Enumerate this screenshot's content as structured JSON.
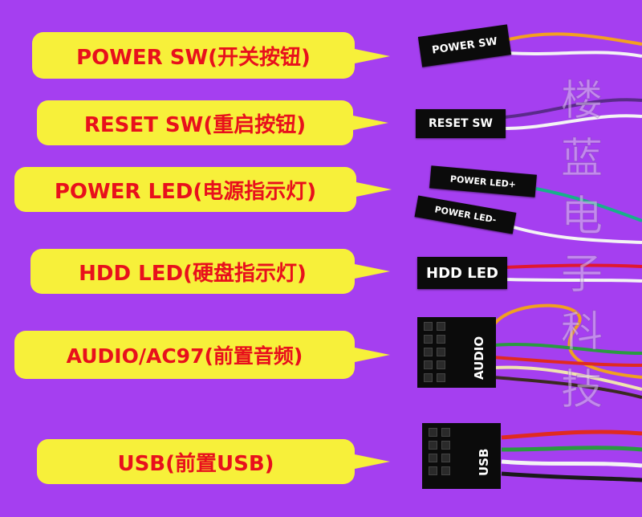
{
  "colors": {
    "background": "#a53ff0",
    "callout_fill": "#f7f03a",
    "callout_text": "#e8101c",
    "plug_body": "#0b0b0b",
    "plug_text": "#ffffff"
  },
  "connectors": [
    {
      "id": "power-sw",
      "callout": "POWER SW(开关按钮)",
      "plug_label": "POWER SW",
      "wire_colors": [
        "#f3a020",
        "#f4f4f4"
      ]
    },
    {
      "id": "reset-sw",
      "callout": "RESET SW(重启按钮)",
      "plug_label": "RESET SW",
      "wire_colors": [
        "#5a2a8a",
        "#f4f4f4"
      ]
    },
    {
      "id": "power-led",
      "callout": "POWER LED(电源指示灯)",
      "plug_labels": [
        "POWER LED+",
        "POWER LED-"
      ],
      "wire_colors": [
        "#18b08a",
        "#f4f4f4"
      ]
    },
    {
      "id": "hdd-led",
      "callout": "HDD LED(硬盘指示灯)",
      "plug_label": "HDD LED",
      "wire_colors": [
        "#e01830",
        "#f4f4f4"
      ]
    },
    {
      "id": "audio",
      "callout": "AUDIO/AC97(前置音频)",
      "plug_label": "AUDIO",
      "wire_colors": [
        "#f0a020",
        "#2a9a40",
        "#e02a20",
        "#f0e4b0",
        "#3a2a20"
      ]
    },
    {
      "id": "usb",
      "callout": "USB(前置USB)",
      "plug_label": "USB",
      "wire_colors": [
        "#e02a20",
        "#2a9a40",
        "#f4f4f4",
        "#1a1a1a"
      ]
    }
  ],
  "watermark": {
    "chars": [
      "楼",
      "蓝",
      "电",
      "子",
      "科",
      "技"
    ]
  }
}
